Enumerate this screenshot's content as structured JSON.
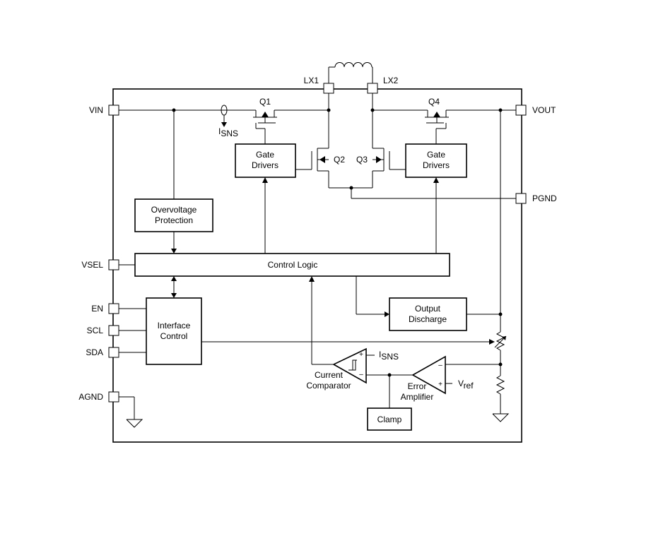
{
  "pins": {
    "lx1": "LX1",
    "lx2": "LX2",
    "vin": "VIN",
    "vout": "VOUT",
    "pgnd": "PGND",
    "vsel": "VSEL",
    "en": "EN",
    "scl": "SCL",
    "sda": "SDA",
    "agnd": "AGND"
  },
  "transistors": {
    "q1": "Q1",
    "q2": "Q2",
    "q3": "Q3",
    "q4": "Q4"
  },
  "sense": {
    "isns_main": "I",
    "isns_main_sub": "SNS",
    "isns_comp": "I",
    "isns_comp_sub": "SNS",
    "vref": "V",
    "vref_sub": "ref"
  },
  "blocks": {
    "gate_drivers_left": [
      "Gate",
      "Drivers"
    ],
    "gate_drivers_right": [
      "Gate",
      "Drivers"
    ],
    "overvoltage": [
      "Overvoltage",
      "Protection"
    ],
    "control_logic": "Control Logic",
    "interface_control": [
      "Interface",
      "Control"
    ],
    "output_discharge": [
      "Output",
      "Discharge"
    ],
    "clamp": "Clamp"
  },
  "amplifiers": {
    "current_comparator": [
      "Current",
      "Comparator"
    ],
    "error_amplifier": [
      "Error",
      "Amplifier"
    ],
    "plus": "+",
    "minus": "–"
  }
}
